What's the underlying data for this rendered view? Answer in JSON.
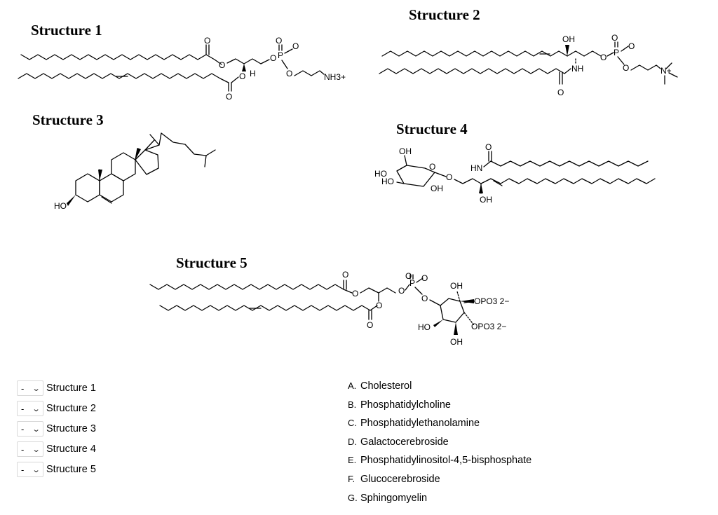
{
  "structures": {
    "s1": "Structure 1",
    "s2": "Structure 2",
    "s3": "Structure 3",
    "s4": "Structure 4",
    "s5": "Structure 5"
  },
  "atoms": {
    "O": "O",
    "P": "P",
    "H": "H",
    "NH3": "NH3+",
    "OH": "OH",
    "NH": "NH",
    "HN": "HN",
    "N": "N+",
    "HO": "HO",
    "OPO3": "OPO3 2−"
  },
  "matching": [
    {
      "selected": "-",
      "label": "Structure 1"
    },
    {
      "selected": "-",
      "label": "Structure 2"
    },
    {
      "selected": "-",
      "label": "Structure 3"
    },
    {
      "selected": "-",
      "label": "Structure 4"
    },
    {
      "selected": "-",
      "label": "Structure 5"
    }
  ],
  "options": [
    {
      "letter": "A.",
      "text": "Cholesterol"
    },
    {
      "letter": "B.",
      "text": "Phosphatidylcholine"
    },
    {
      "letter": "C.",
      "text": "Phosphatidylethanolamine"
    },
    {
      "letter": "D.",
      "text": "Galactocerebroside"
    },
    {
      "letter": "E.",
      "text": "Phosphatidylinositol-4,5-bisphosphate"
    },
    {
      "letter": "F.",
      "text": "Glucocerebroside"
    },
    {
      "letter": "G.",
      "text": "Sphingomyelin"
    }
  ]
}
